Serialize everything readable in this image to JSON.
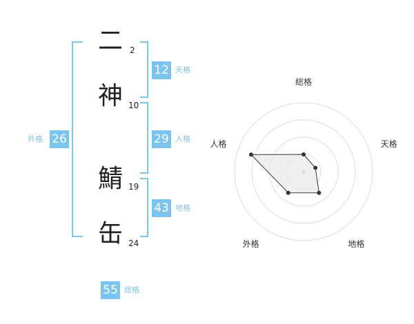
{
  "name": {
    "chars": [
      {
        "char": "二",
        "strokes": "2"
      },
      {
        "char": "神",
        "strokes": "10"
      },
      {
        "char": "鯖",
        "strokes": "19"
      },
      {
        "char": "缶",
        "strokes": "24"
      }
    ]
  },
  "kakusu": {
    "tenkaku": {
      "value": "12",
      "label": "天格"
    },
    "jinkaku": {
      "value": "29",
      "label": "人格"
    },
    "chikaku": {
      "value": "43",
      "label": "地格"
    },
    "gaikaku": {
      "value": "26",
      "label": "外格"
    },
    "soukaku": {
      "value": "55",
      "label": "総格"
    }
  },
  "colors": {
    "accent": "#7cc4f0",
    "radar_line": "#333333",
    "radar_fill": "#e8e8e8"
  },
  "chart_data": {
    "type": "radar",
    "axes": [
      "総格",
      "天格",
      "地格",
      "外格",
      "人格"
    ],
    "values": [
      0.25,
      0.18,
      0.38,
      0.38,
      0.8
    ],
    "rings": 4
  }
}
